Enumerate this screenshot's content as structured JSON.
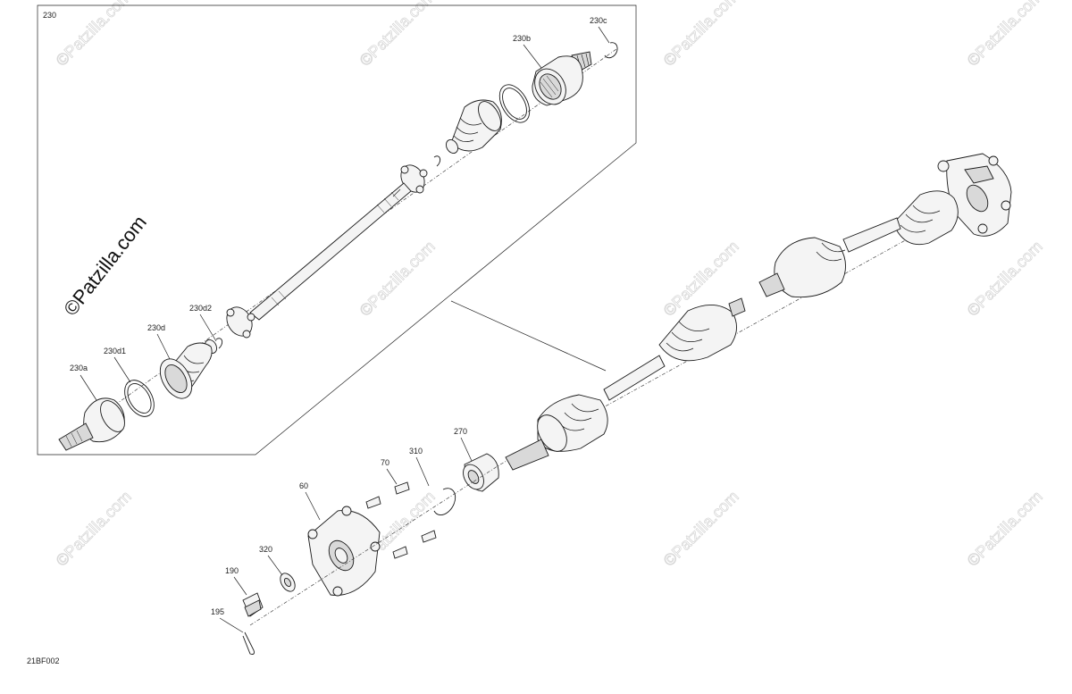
{
  "diagram": {
    "inset_label": "230",
    "drawing_code": "21BF002",
    "watermark_text": "©Patzilla.com",
    "callouts": {
      "c230a": "230a",
      "c230b": "230b",
      "c230c": "230c",
      "c230d": "230d",
      "c230d1": "230d1",
      "c230d2": "230d2",
      "c60": "60",
      "c70": "70",
      "c190": "190",
      "c195": "195",
      "c270": "270",
      "c310": "310",
      "c320": "320"
    }
  }
}
